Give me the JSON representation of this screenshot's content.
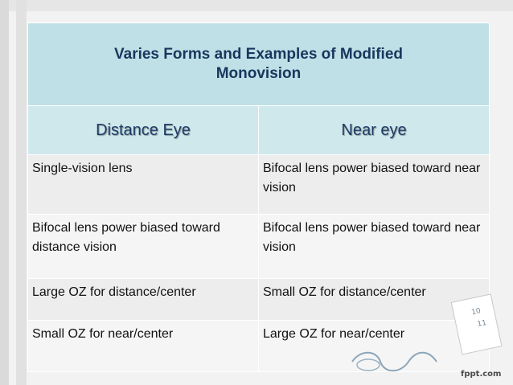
{
  "slide": {
    "title": "Varies Forms and Examples of Modified Monovision",
    "headers": {
      "distance": "Distance Eye",
      "near": "Near eye"
    },
    "rows": [
      {
        "distance": "Single-vision lens",
        "near": "Bifocal lens power biased toward near vision"
      },
      {
        "distance": "Bifocal lens power biased toward distance vision",
        "near": "Bifocal lens power biased toward near vision"
      },
      {
        "distance": "Large OZ for distance/center",
        "near": "Small OZ for distance/center"
      },
      {
        "distance": "Small OZ for near/center",
        "near": "Large OZ for near/center"
      }
    ]
  },
  "decor": {
    "calendar_numbers": [
      "10",
      "11"
    ],
    "brand": "fppt.com"
  },
  "colors": {
    "title_bg": "#bfe0e6",
    "header_bg": "#cfe8ec",
    "title_text": "#17375e",
    "cell_bg": "#ededed"
  }
}
